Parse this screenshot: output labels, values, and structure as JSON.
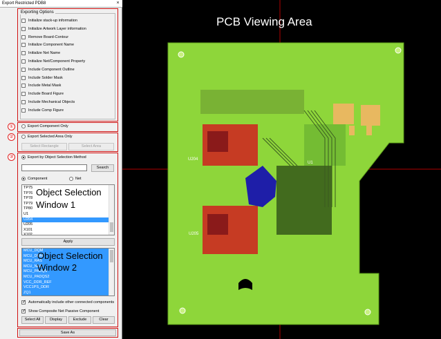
{
  "window": {
    "title": "Export Restricted PDB8",
    "close_glyph": "×"
  },
  "exporting_options": {
    "title": "Exporting Options",
    "items": [
      {
        "label": "Initialize stack-up information",
        "checked": false
      },
      {
        "label": "Initialize Artwork Layer information",
        "checked": false
      },
      {
        "label": "Remove Board-Contour",
        "checked": false
      },
      {
        "label": "Initialize Component Name",
        "checked": false
      },
      {
        "label": "Initialize Net Name",
        "checked": false
      },
      {
        "label": "Initialize Net/Component Property",
        "checked": false
      },
      {
        "label": "Include Component Outline",
        "checked": false
      },
      {
        "label": "Include Solder Mask",
        "checked": false
      },
      {
        "label": "Include Metal Mask",
        "checked": false
      },
      {
        "label": "Include Board Figure",
        "checked": false
      },
      {
        "label": "Include Mechanical Objects",
        "checked": false
      },
      {
        "label": "Include Comp Figure",
        "checked": false
      }
    ]
  },
  "markers": [
    "①",
    "②",
    "③"
  ],
  "option1": {
    "label": "Export Component Only"
  },
  "option2": {
    "label": "Export Selected Area Only",
    "select_rectangle": "Select Rectangle",
    "select_area": "Select Area"
  },
  "option3": {
    "label": "Export by Object Selection Method",
    "search_value": "",
    "search_button": "Search",
    "radio_component": "Component",
    "radio_net": "Net",
    "list1_items": [
      "TP75",
      "TP76",
      "TP78",
      "TP79",
      "TP80",
      "U1",
      "U204",
      "U205",
      "X101",
      "X102"
    ],
    "list1_selected": 6,
    "list1_overlay": [
      "Object Selection",
      "Window 1"
    ],
    "apply_button": "Apply",
    "list2_items": [
      "MCU_DQM",
      "MCU_DQM",
      "MCU_RAS",
      "MCU_NAS",
      "MCU_PADQS",
      "MCU_PADQS2",
      "VCC_DDR_REF",
      "VCC1PS_DDR",
      "ZQ1"
    ],
    "list2_overlay": [
      "Object Selection",
      "Window 2"
    ],
    "auto_include_label": "Automatically include other connected components",
    "show_composite_label": "Show Composite Net Passive Component",
    "select_all_button": "Select All",
    "display_button": "Display",
    "exclude_button": "Exclude",
    "clear_button": "Clear"
  },
  "save_button": "Save As",
  "viewer": {
    "title": "PCB Viewing Area",
    "component_labels": [
      "U204",
      "U205",
      "U1"
    ],
    "colors": {
      "board": "#8ed63a",
      "crosshair": "#c00000",
      "text": "#ffffff"
    }
  }
}
